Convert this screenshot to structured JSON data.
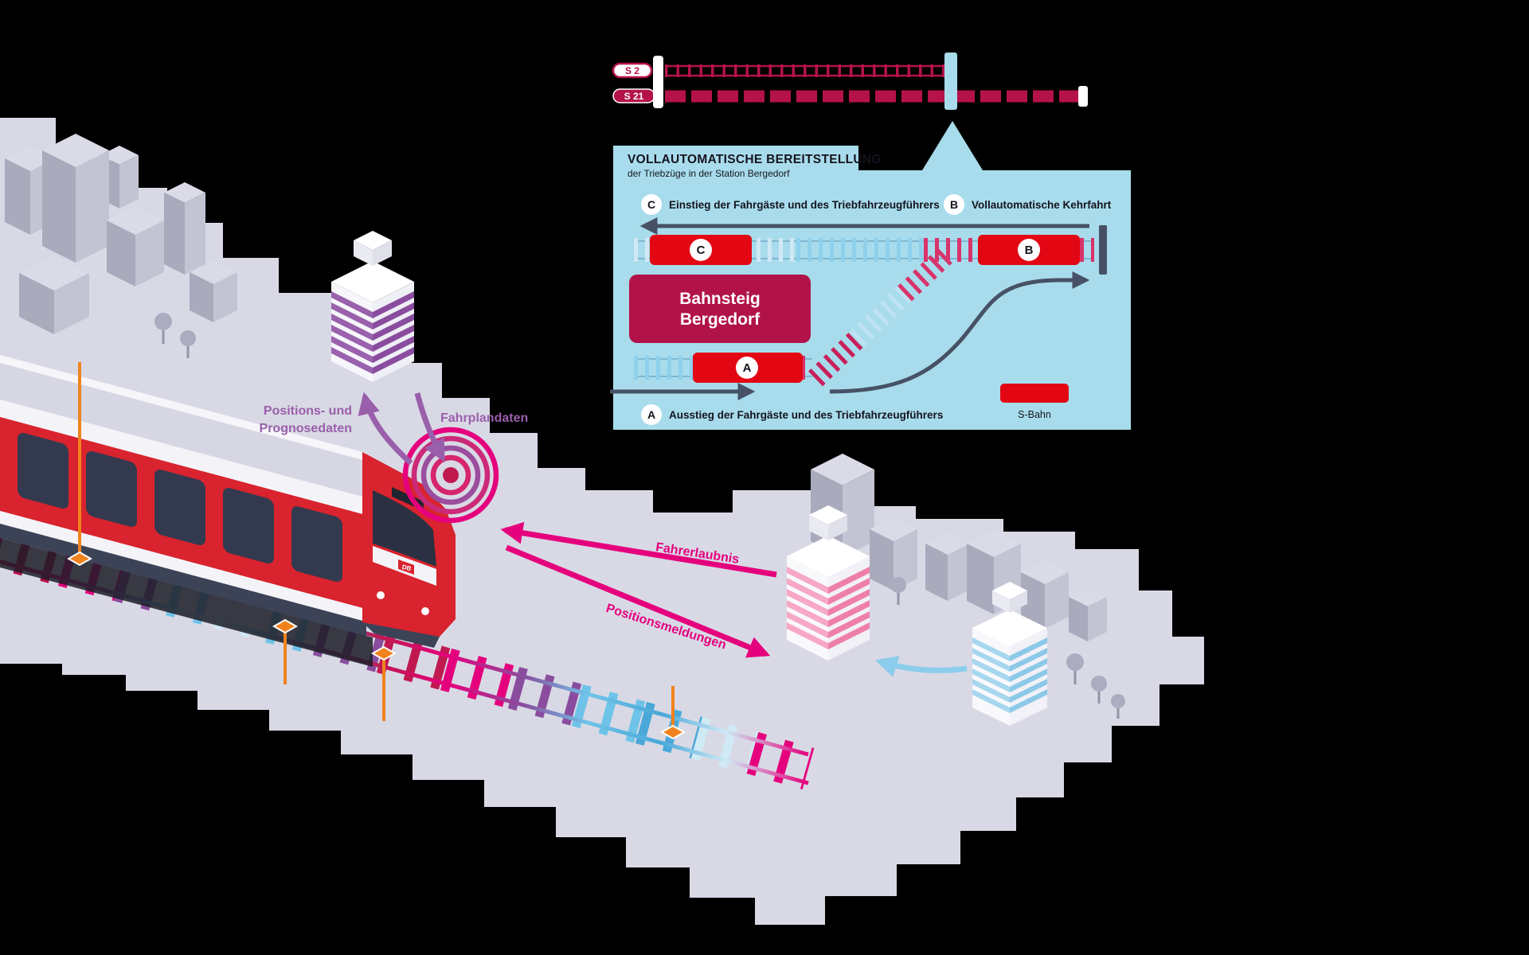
{
  "schematic": {
    "s2_badge": "S 2",
    "s21_badge": "S 21"
  },
  "panel": {
    "title": "VOLLAUTOMATISCHE BEREITSTELLUNG",
    "subtitle": "der Triebzüge in der Station Bergedorf",
    "steps": {
      "c": {
        "letter": "C",
        "label": "Einstieg der Fahrgäste und des Triebfahrzeugführers"
      },
      "b": {
        "letter": "B",
        "label": "Vollautomatische Kehrfahrt"
      },
      "a": {
        "letter": "A",
        "label": "Ausstieg der Fahrgäste und des Triebfahrzeugführers"
      }
    },
    "platform": {
      "line1": "Bahnsteig",
      "line2": "Bergedorf"
    },
    "legend": {
      "sbahn_label": "S-Bahn"
    }
  },
  "flows": {
    "positions_prognosedaten": {
      "line1": "Positions- und",
      "line2": "Prognosedaten"
    },
    "fahrplandaten": "Fahrplandaten",
    "fahrerlaubnis": "Fahrerlaubnis",
    "positionsmeldungen": "Positionsmeldungen"
  },
  "train": {
    "nose_logo": "DB"
  },
  "colors": {
    "sbahn_red": "#e30613",
    "crimson": "#b5124b",
    "magenta": "#e5007d",
    "purple": "#9a5fab",
    "panel_blue": "#a8dcec",
    "cyan": "#6fc3e8",
    "dark_slate": "#475166",
    "orange": "#f0831e",
    "ground": "#d8d9e5"
  }
}
